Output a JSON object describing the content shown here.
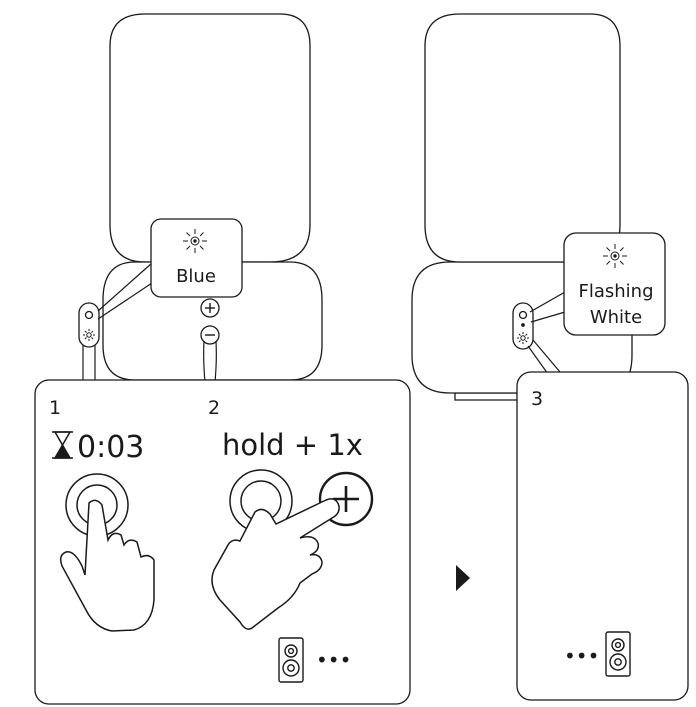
{
  "callouts": {
    "left_status": "Blue",
    "right_status_line1": "Flashing",
    "right_status_line2": "White"
  },
  "steps": [
    {
      "number": "1",
      "instruction": "0:03",
      "icon": "hourglass-icon"
    },
    {
      "number": "2",
      "instruction": "hold  + 1x",
      "icon": "plus-button-icon"
    },
    {
      "number": "3"
    }
  ],
  "icons": {
    "light": "sun-light-icon",
    "speaker": "speaker-icon",
    "more": "ellipsis-icon",
    "next": "next-arrow-icon"
  },
  "more_dots": "•••"
}
